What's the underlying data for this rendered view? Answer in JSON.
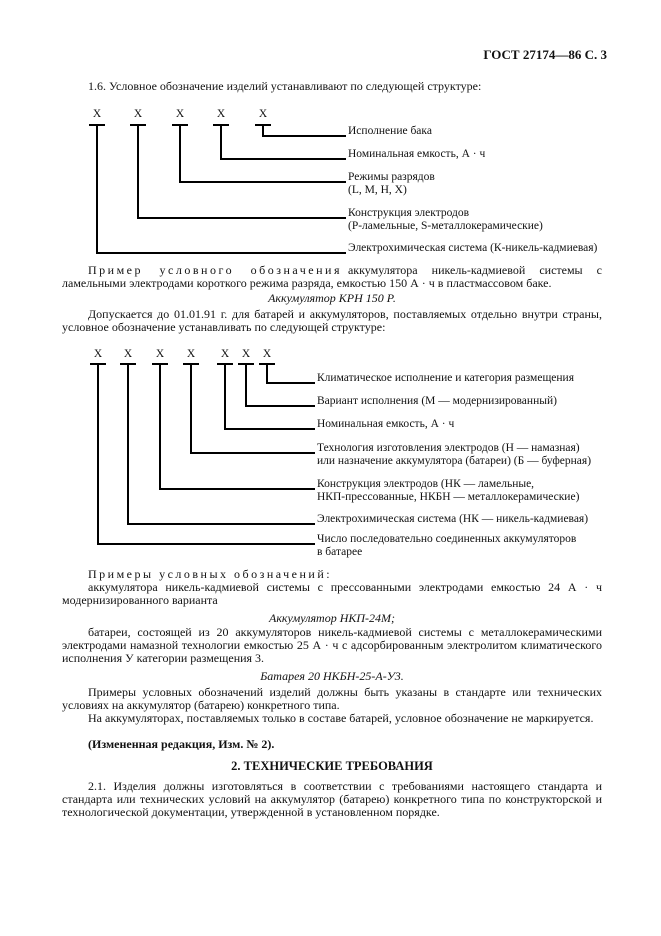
{
  "header": {
    "title": "ГОСТ 27174—86 С. 3"
  },
  "intro": {
    "text": "1.6. Условное обозначение изделий устанавливают по следующей структуре:"
  },
  "x_symbol": "X",
  "diagram1": {
    "labels": [
      "Исполнение бака",
      "Номинальная емкость, А · ч",
      "Режимы разрядов\n(L, М, Н, X)",
      "Конструкция электродов\n(Р-ламельные, S-металлокерамические)",
      "Электрохимическая система (К-никель-кадмиевая)"
    ]
  },
  "example1": {
    "lead": "Пример условного обозначения",
    "rest": "аккумулятора никель-кадмиевой системы с ламельными электродами короткого режима разряда, емкостью 150 А · ч в пластмассовом баке.",
    "designation": "Аккумулятор КРН 150 Р."
  },
  "allowance": {
    "text": "Допускается до 01.01.91 г. для батарей и аккумуляторов, поставляемых отдельно внутри страны, условное обозначение устанавливать по следующей структуре:"
  },
  "diagram2": {
    "labels": [
      "Климатическое исполнение и категория размещения",
      "Вариант исполнения (М — модернизированный)",
      "Номинальная емкость, А · ч",
      "Технология изготовления электродов (Н — намазная)\nили назначение аккумулятора (батареи) (Б — буферная)",
      "Конструкция электродов (НК — ламельные,\nНКП-прессованные, НКБН — металлокерамические)",
      "Электрохимическая система (НК — никель-кадмиевая)",
      "Число последовательно соединенных аккумуляторов\nв батарее"
    ]
  },
  "examples2": {
    "heading": "Примеры условных обозначений:",
    "item1": "аккумулятора никель-кадмиевой системы с прессованными электродами емкостью 24 А · ч модернизированного варианта",
    "designation1": "Аккумулятор НКП-24М;",
    "item2": "батареи, состоящей из 20 аккумуляторов никель-кадмиевой системы с металлокерамическими электродами намазной технологии емкостью 25 А · ч с адсорбированным электролитом климатического исполнения У категории размещения 3.",
    "designation2": "Батарея 20 НКБН-25-А-У3."
  },
  "notes": {
    "p1": "Примеры условных обозначений изделий должны быть указаны в стандарте или технических условиях на аккумулятор (батарею) конкретного типа.",
    "p2": "На аккумуляторах, поставляемых только в составе батарей, условное обозначение не маркируется.",
    "amendment": "(Измененная редакция, Изм. № 2)."
  },
  "section2": {
    "heading": "2. ТЕХНИЧЕСКИЕ ТРЕБОВАНИЯ",
    "p1": "2.1. Изделия должны изготовляться в соответствии с требованиями настоящего стандарта и стандарта или технических условий на аккумулятор (батарею) конкретного типа по конструкторской и технологической документации, утвержденной в установленном порядке."
  }
}
